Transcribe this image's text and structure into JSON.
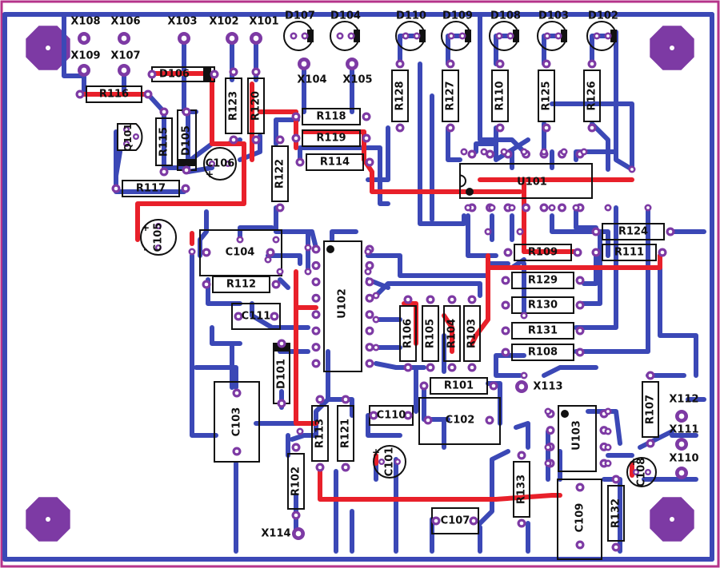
{
  "colors": {
    "background": "#ffffff",
    "board_outline": "#b5338a",
    "trace_bottom": "#3b48b6",
    "trace_top": "#e8202a",
    "pad_fill": "#7d3aa4",
    "pad_hole": "#ffffff",
    "mounting_pad": "#7d3aa4",
    "silkscreen": "#111111"
  },
  "components": {
    "resistors": [
      "R101",
      "R102",
      "R103",
      "R104",
      "R105",
      "R106",
      "R107",
      "R108",
      "R109",
      "R110",
      "R111",
      "R112",
      "R113",
      "R114",
      "R115",
      "R116",
      "R117",
      "R118",
      "R119",
      "R120",
      "R121",
      "R122",
      "R123",
      "R124",
      "R125",
      "R126",
      "R127",
      "R128",
      "R129",
      "R130",
      "R131",
      "R132",
      "R133"
    ],
    "capacitors": [
      "C101",
      "C102",
      "C103",
      "C104",
      "C105",
      "C106",
      "C107",
      "C108",
      "C109",
      "C110",
      "C111"
    ],
    "diodes": [
      "D101",
      "D102",
      "D103",
      "D104",
      "D105",
      "D106",
      "D107",
      "D108",
      "D109",
      "D110"
    ],
    "transistors": [
      "Q101"
    ],
    "ics": [
      "U101",
      "U102",
      "U103"
    ],
    "connectors": [
      "X101",
      "X102",
      "X103",
      "X104",
      "X105",
      "X106",
      "X107",
      "X108",
      "X109",
      "X110",
      "X111",
      "X112",
      "X113",
      "X114"
    ]
  },
  "polarity": {
    "plus": "+",
    "minus": "-"
  }
}
